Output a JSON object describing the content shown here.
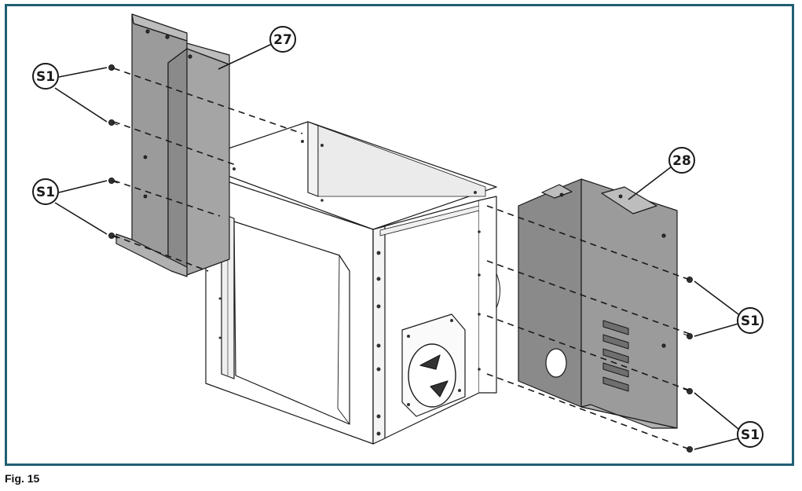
{
  "caption": "Fig. 15",
  "colors": {
    "frame": "#1f5f73",
    "panel": "#9b9b9b",
    "panel_dark": "#7d7d7d",
    "line": "#1a1a1a",
    "housing": "#ffffff"
  },
  "parts": {
    "left_panel": {
      "label": "27",
      "name": "left-side-panel"
    },
    "right_panel": {
      "label": "28",
      "name": "right-side-panel"
    }
  },
  "screw_callouts": {
    "left_upper": "S1",
    "left_lower": "S1",
    "right_upper": "S1",
    "right_lower": "S1"
  }
}
